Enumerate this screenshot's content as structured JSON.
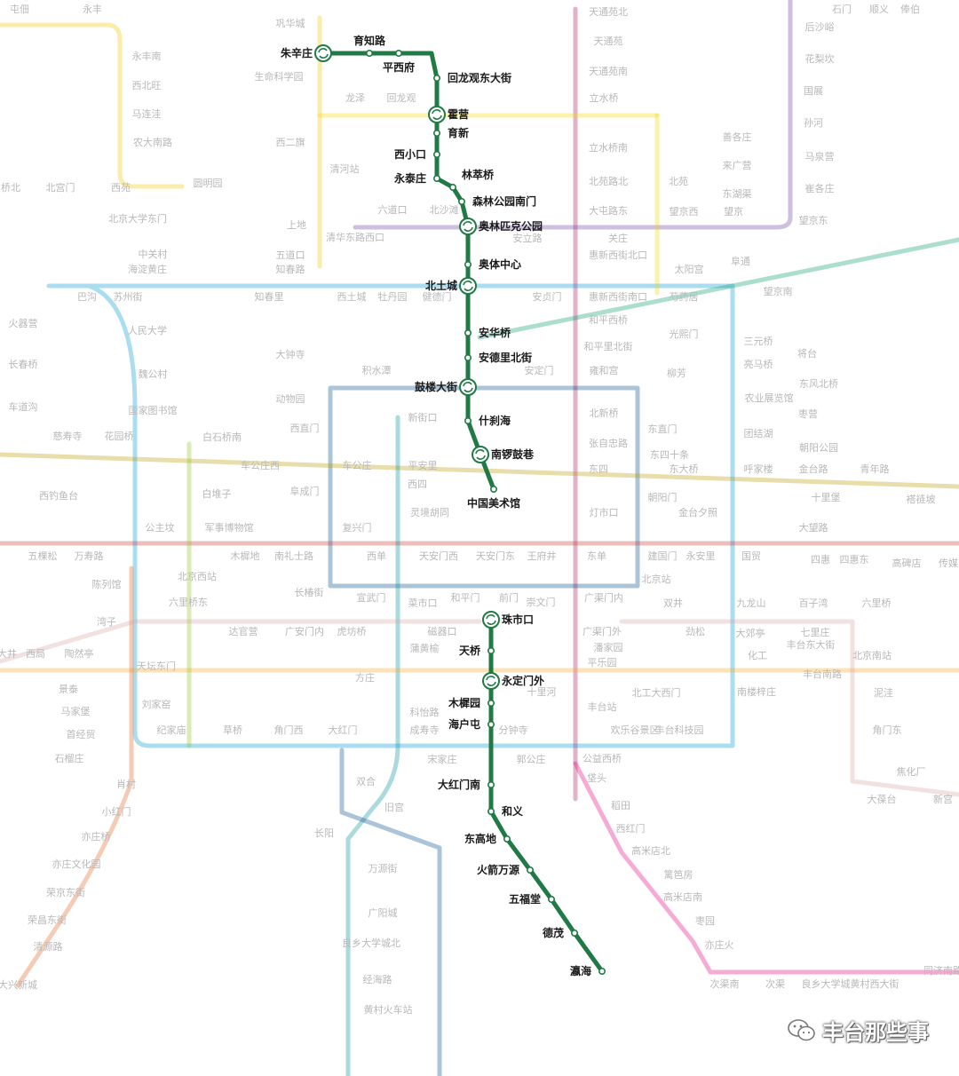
{
  "colors": {
    "highlight_line": "#1f7a44",
    "background_text": "#b8b8b8",
    "watermark_text": "#ffffff"
  },
  "watermark": {
    "text": "丰台那些事",
    "icon": "wechat-icon"
  },
  "highlight_stations": [
    {
      "name": "朱辛庄",
      "transfer": true
    },
    {
      "name": "育知路",
      "transfer": false
    },
    {
      "name": "平西府",
      "transfer": false
    },
    {
      "name": "回龙观东大街",
      "transfer": false
    },
    {
      "name": "霍营",
      "transfer": true
    },
    {
      "name": "育新",
      "transfer": false
    },
    {
      "name": "西小口",
      "transfer": false
    },
    {
      "name": "永泰庄",
      "transfer": false
    },
    {
      "name": "林萃桥",
      "transfer": false
    },
    {
      "name": "森林公园南门",
      "transfer": false
    },
    {
      "name": "奥林匹克公园",
      "transfer": true
    },
    {
      "name": "奥体中心",
      "transfer": false
    },
    {
      "name": "北土城",
      "transfer": true
    },
    {
      "name": "安华桥",
      "transfer": false
    },
    {
      "name": "安德里北街",
      "transfer": false
    },
    {
      "name": "鼓楼大街",
      "transfer": true
    },
    {
      "name": "什刹海",
      "transfer": false
    },
    {
      "name": "南锣鼓巷",
      "transfer": true
    },
    {
      "name": "中国美术馆",
      "transfer": false
    },
    {
      "name": "珠市口",
      "transfer": true
    },
    {
      "name": "天桥",
      "transfer": false
    },
    {
      "name": "永定门外",
      "transfer": true
    },
    {
      "name": "木樨园",
      "transfer": false
    },
    {
      "name": "海户屯",
      "transfer": false
    },
    {
      "name": "大红门南",
      "transfer": false
    },
    {
      "name": "和义",
      "transfer": false
    },
    {
      "name": "东高地",
      "transfer": false
    },
    {
      "name": "火箭万源",
      "transfer": false
    },
    {
      "name": "五福堂",
      "transfer": false
    },
    {
      "name": "德茂",
      "transfer": false
    },
    {
      "name": "瀛海",
      "transfer": false
    }
  ],
  "background_labels": [
    "屯佃",
    "永丰",
    "巩华城",
    "天通苑北",
    "石门",
    "顺义",
    "俸伯",
    "后沙峪",
    "花梨坎",
    "国展",
    "孙河",
    "马泉营",
    "崔各庄",
    "永丰南",
    "西北旺",
    "马连洼",
    "农大南路",
    "生命科学园",
    "龙泽",
    "回龙观",
    "天通苑",
    "天通苑南",
    "立水桥",
    "西二旗",
    "清河站",
    "立水桥南",
    "北苑路北",
    "北苑",
    "望京西",
    "望京",
    "望京东",
    "善各庄",
    "来广营",
    "东湖渠",
    "桥北",
    "北宫门",
    "西苑",
    "圆明园",
    "北京大学东门",
    "上地",
    "六道口",
    "北沙滩",
    "大屯路东",
    "安立路",
    "关庄",
    "阜通",
    "望京南",
    "清华东路西口",
    "五道口",
    "知春路",
    "中关村",
    "海淀黄庄",
    "惠新西街北口",
    "太阳宫",
    "巴沟",
    "苏州街",
    "知春里",
    "西土城",
    "牡丹园",
    "健德门",
    "安贞门",
    "惠新西街南口",
    "芍药居",
    "三元桥",
    "火器营",
    "长春桥",
    "人民大学",
    "大钟寺",
    "和平西桥",
    "光熙门",
    "亮马桥",
    "将台",
    "车道沟",
    "魏公村",
    "积水潭",
    "安定门",
    "和平里北街",
    "雍和宫",
    "柳芳",
    "东风北桥",
    "国家图书馆",
    "动物园",
    "农业展览馆",
    "枣营",
    "慈寿寺",
    "花园桥",
    "白石桥南",
    "西直门",
    "新街口",
    "北新桥",
    "东直门",
    "团结湖",
    "朝阳公园",
    "车公庄西",
    "车公庄",
    "平安里",
    "张自忠路",
    "东四十条",
    "东大桥",
    "呼家楼",
    "金台路",
    "青年路",
    "褡裢坡",
    "西钓鱼台",
    "白堆子",
    "阜成门",
    "西四",
    "东四",
    "朝阳门",
    "十里堡",
    "灵境胡同",
    "灯市口",
    "金台夕照",
    "公主坟",
    "军事博物馆",
    "复兴门",
    "大望路",
    "五棵松",
    "万寿路",
    "木樨地",
    "南礼士路",
    "西单",
    "天安门西",
    "天安门东",
    "王府井",
    "东单",
    "建国门",
    "永安里",
    "国贸",
    "四惠",
    "四惠东",
    "高碑店",
    "传媒",
    "北京西站",
    "北京站",
    "陈列馆",
    "六里桥东",
    "长椿街",
    "宣武门",
    "菜市口",
    "和平门",
    "前门",
    "崇文门",
    "广渠门内",
    "双井",
    "九龙山",
    "百子湾",
    "六里桥",
    "湾子",
    "达官营",
    "广安门内",
    "虎坊桥",
    "磁器口",
    "广渠门外",
    "劲松",
    "大郊亭",
    "七里庄",
    "大井",
    "西局",
    "陶然亭",
    "天坛东门",
    "蒲黄榆",
    "潘家园",
    "平乐园",
    "化工",
    "丰台东大街",
    "北京南站",
    "景泰",
    "方庄",
    "十里河",
    "北工大西门",
    "南楼梓庄",
    "丰台南路",
    "泥洼",
    "马家堡",
    "刘家窑",
    "科怡路",
    "丰台站",
    "首经贸",
    "纪家庙",
    "草桥",
    "角门西",
    "大红门",
    "成寿寺",
    "分钟寺",
    "欢乐谷景区",
    "丰台科技园",
    "角门东",
    "石榴庄",
    "宋家庄",
    "郭公庄",
    "公益西桥",
    "肖村",
    "双合",
    "垡头",
    "焦化厂",
    "大葆台",
    "新宫",
    "小红门",
    "旧宫",
    "稻田",
    "西红门",
    "亦庄桥",
    "长阳",
    "高米店北",
    "亦庄文化园",
    "万源街",
    "篱笆房",
    "高米店南",
    "荣京东街",
    "广阳城",
    "枣园",
    "荣昌东街",
    "良乡大学城北",
    "亦庄火",
    "清源路",
    "同济南路",
    "经海路",
    "次渠南",
    "次渠",
    "良乡大学城",
    "黄村西大街",
    "大兴新城",
    "黄村火车站"
  ]
}
